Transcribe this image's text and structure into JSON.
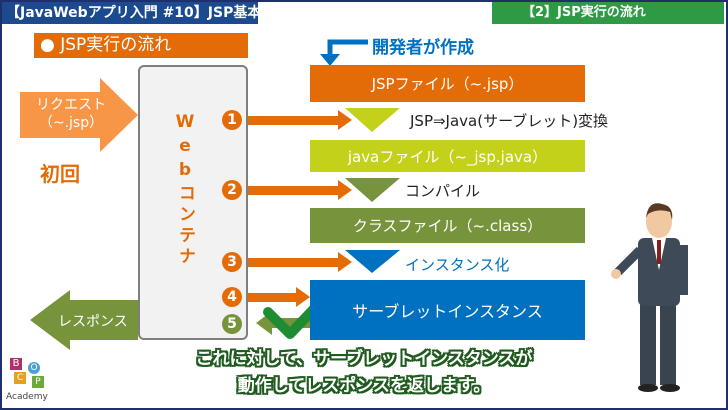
{
  "header": {
    "title": "【JavaWebアプリ入門 #10】JSP基本",
    "section": "【2】JSP実行の流れ"
  },
  "slide": {
    "heading": "● JSP実行の流れ",
    "request": "リクエスト\n（~.jsp）",
    "first_time": "初回",
    "response": "レスポンス",
    "container": "Webコンテナ",
    "developer": "開発者が作成",
    "jsp_file": "JSPファイル（~.jsp）",
    "convert": "JSP⇒Java(サーブレット)変換",
    "java_file": "javaファイル（~_jsp.java）",
    "compile": "コンパイル",
    "class_file": "クラスファイル（~.class）",
    "instantiate": "インスタンス化",
    "servlet_instance": "サーブレットインスタンス",
    "steps": [
      "1",
      "2",
      "3",
      "4",
      "5"
    ]
  },
  "caption": {
    "line1": "これに対して、サーブレットインスタンスが",
    "line2": "動作してレスポンスを返します。"
  },
  "logo": {
    "letters": [
      "B",
      "O",
      "C",
      "P"
    ],
    "name": "Academy"
  },
  "colors": {
    "orange": "#e36c09",
    "lightorange": "#f79646",
    "olive": "#77933c",
    "lime": "#c4d11b",
    "blue": "#0070c0",
    "navy": "#1b4a8e",
    "green": "#2e9a46"
  }
}
